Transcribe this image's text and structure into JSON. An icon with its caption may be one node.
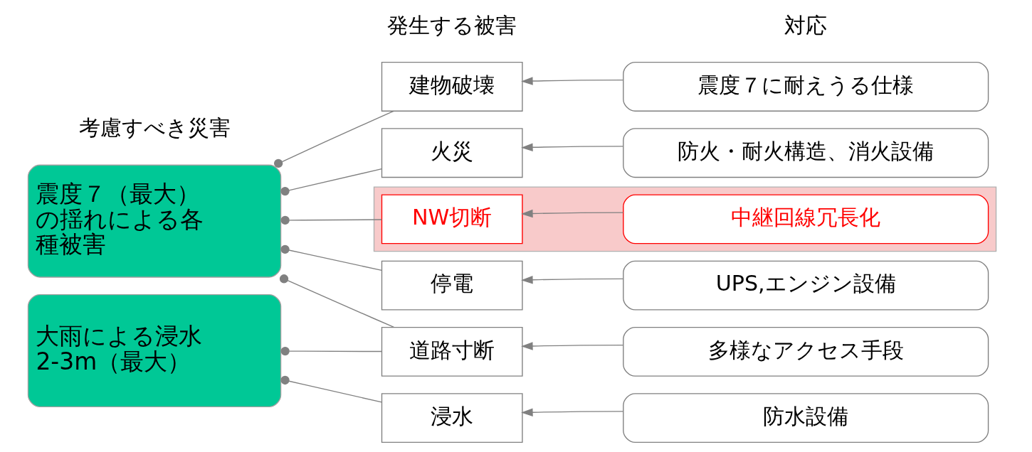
{
  "diagram": {
    "nodes": [
      {
        "text": [
          "震度７（最大）の揺れによる各種被害"
        ]
      },
      {
        "text": [
          "大雨による浸水2-3m（最大）"
        ]
      },
      {
        "text": [
          "建物破壊"
        ]
      },
      {
        "text": [
          "火災"
        ]
      },
      {
        "text": [
          "停電"
        ]
      },
      {
        "text": [],
        "shape": "band"
      },
      {
        "text": [
          "NW切断"
        ],
        "in": 5
      },
      {
        "text": [
          "道路寸断"
        ]
      },
      {
        "text": [
          "浸水"
        ]
      },
      {
        "text": [
          "震度７に耐えうる仕様"
        ]
      },
      {
        "text": [
          "防火・耐火構造、消火設備"
        ]
      },
      {
        "text": [
          "UPS,エンジン設備"
        ]
      },
      {
        "text": [
          "中継回線冗長化"
        ],
        "in": 5
      },
      {
        "text": [
          "多様なアクセス手段"
        ]
      },
      {
        "text": [
          "防水設備"
        ]
      }
    ],
    "edges": [
      {
        "from": 0,
        "to": 2,
        "arrow": "other"
      },
      {
        "from": 0,
        "to": 3,
        "arrow": "other"
      },
      {
        "from": 0,
        "to": 4,
        "arrow": "other"
      },
      {
        "from": 0,
        "to": 6,
        "arrow": "other"
      },
      {
        "from": 0,
        "to": 7,
        "arrow": "other"
      },
      {
        "from": 1,
        "to": 7,
        "arrow": "other"
      },
      {
        "from": 1,
        "to": 8,
        "arrow": "other"
      },
      {
        "from": 9,
        "to": 2,
        "arrow": "to"
      },
      {
        "from": 10,
        "to": 3,
        "arrow": "to"
      },
      {
        "from": 11,
        "to": 4,
        "arrow": "to"
      },
      {
        "from": 12,
        "to": 6,
        "arrow": "to"
      },
      {
        "from": 13,
        "to": 7,
        "arrow": "to"
      },
      {
        "from": 14,
        "to": 8,
        "arrow": "to"
      }
    ],
    "labels": [
      "考慮すべき災害",
      "発生する被害",
      "対応"
    ]
  }
}
